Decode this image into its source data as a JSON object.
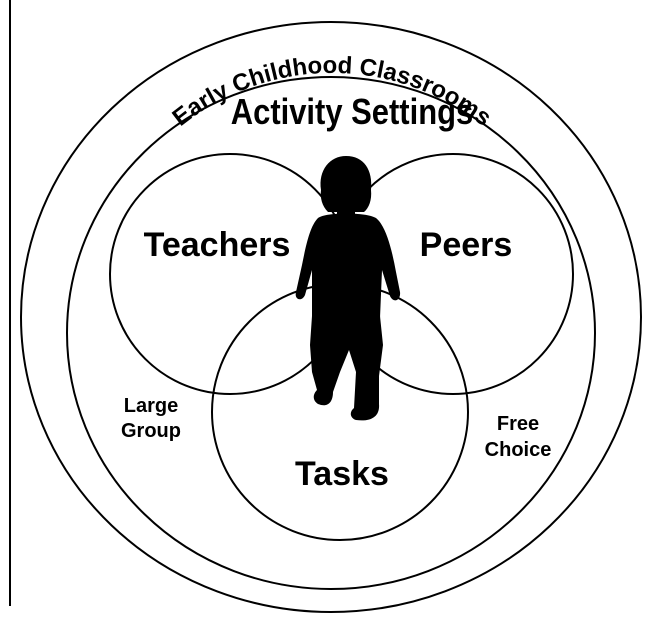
{
  "diagram": {
    "outer_ring_label": "Early Childhood Classrooms",
    "inner_ring_label": "Activity Settings",
    "circles": {
      "teachers": "Teachers",
      "peers": "Peers",
      "tasks": "Tasks"
    },
    "setting_labels": {
      "large_group_line1": "Large",
      "large_group_line2": "Group",
      "free_choice_line1": "Free",
      "free_choice_line2": "Choice"
    }
  },
  "colors": {
    "stroke": "#000000",
    "background": "#ffffff",
    "silhouette": "#000000"
  }
}
